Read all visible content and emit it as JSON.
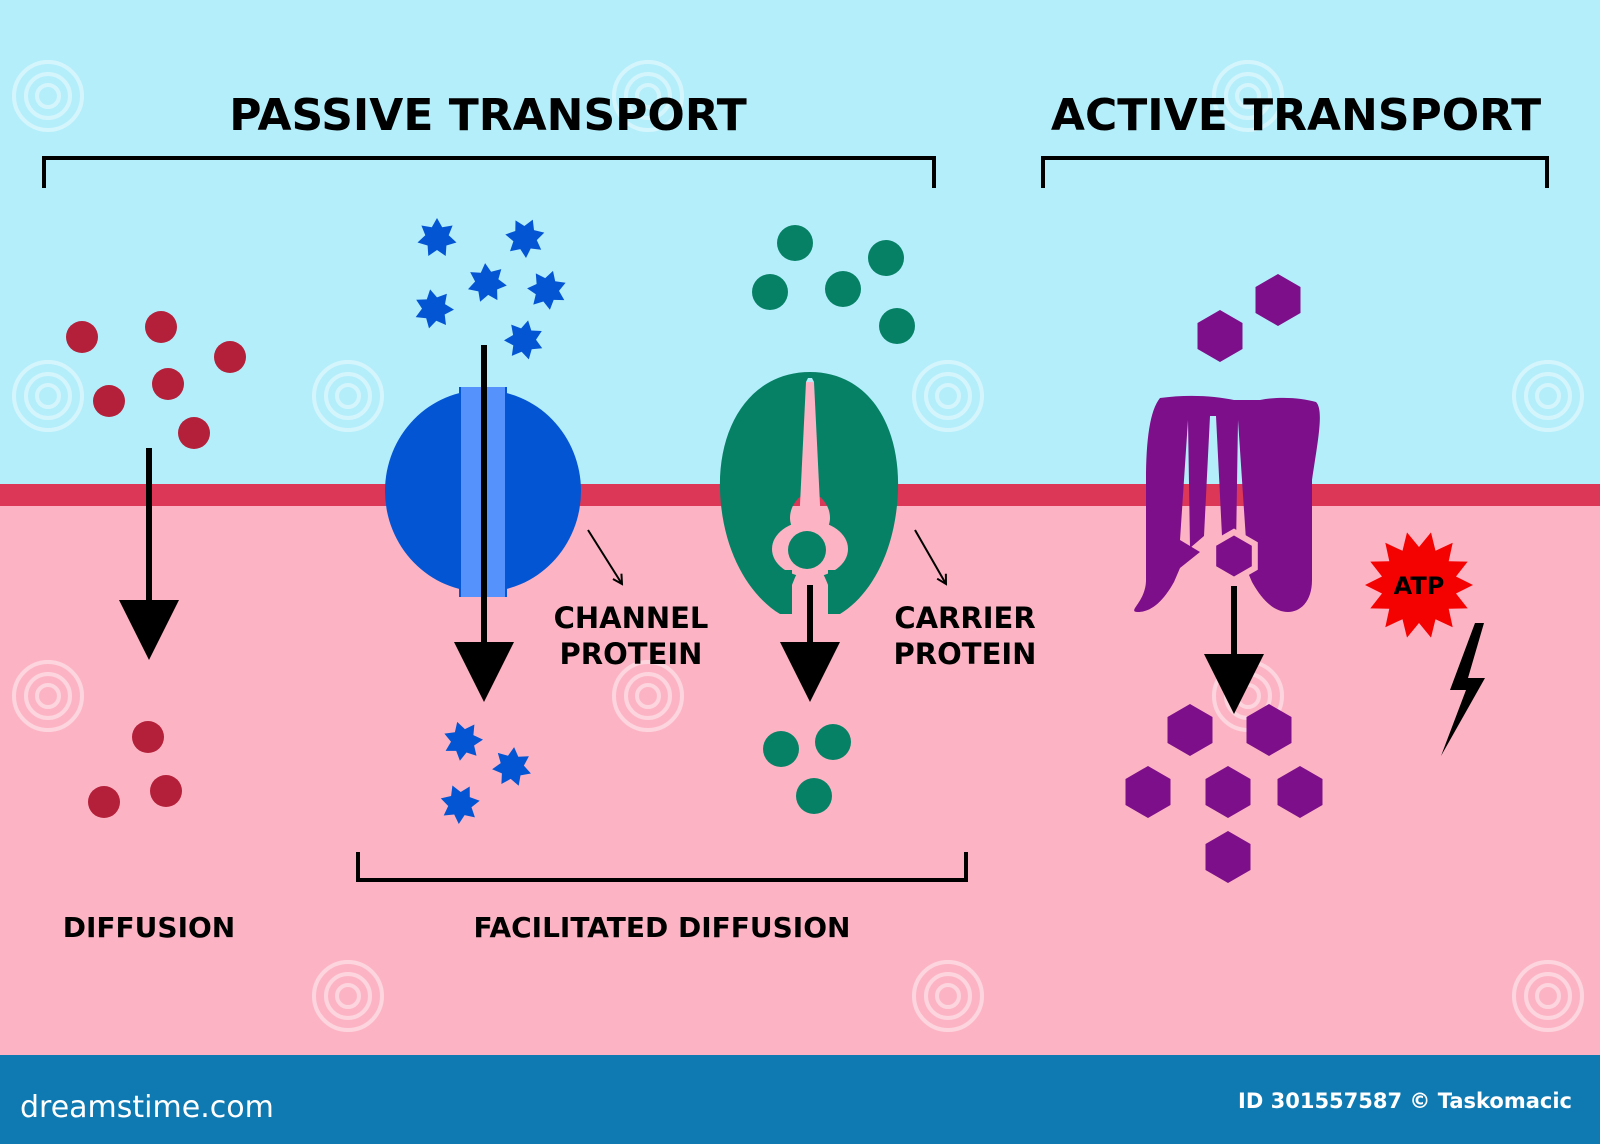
{
  "headings": {
    "passive": "PASSIVE TRANSPORT",
    "active": "ACTIVE TRANSPORT"
  },
  "labels": {
    "channel_line1": "CHANNEL",
    "channel_line2": "PROTEIN",
    "carrier_line1": "CARRIER",
    "carrier_line2": "PROTEIN",
    "diffusion": "DIFFUSION",
    "facilitated": "FACILITATED DIFFUSION",
    "atp": "ATP"
  },
  "footer": {
    "brand": "dreamstime.com",
    "credit": "ID 301557587 © Taskomacic"
  },
  "colors": {
    "outside": "#b4eefb",
    "inside": "#fcb4c4",
    "membrane": "#dc3757",
    "diffusion_particle": "#b4203a",
    "channel_protein": "#0455d3",
    "channel_pore": "#5592fb",
    "carrier_protein": "#078166",
    "pump_protein": "#7d0f8a",
    "atp_burst": "#f40201",
    "footer_bar": "#0f7ab1"
  },
  "icons": {
    "diffusion_particle": "circle",
    "channel_particle": "seven-point-star",
    "carrier_particle": "circle",
    "pump_particle": "hexagon",
    "energy": "lightning-bolt",
    "atp": "starburst",
    "watermark": "spiral-logo"
  }
}
